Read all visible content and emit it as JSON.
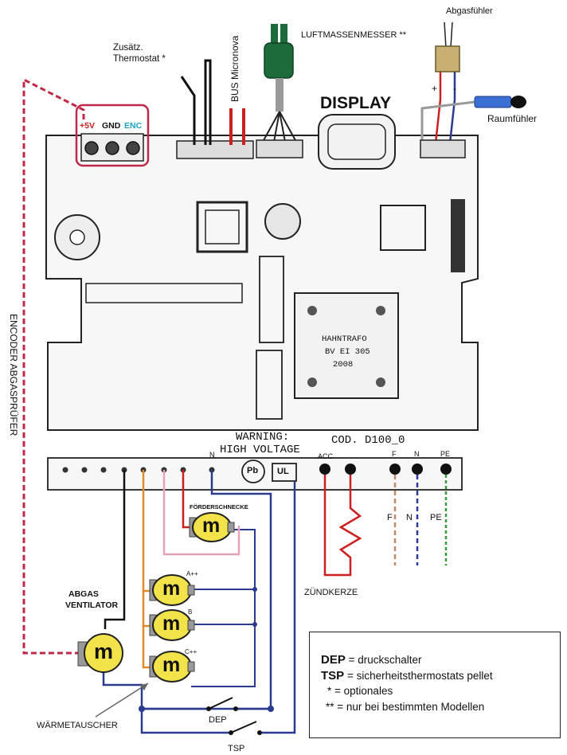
{
  "labels": {
    "exhaust_sensor": "Abgasfühler",
    "air_mass_meter": "LUFTMASSENMESSER **",
    "extra_thermostat_l1": "Zusätz.",
    "extra_thermostat_l2": "Thermostat *",
    "bus": "BUS Micronova",
    "display": "DISPLAY",
    "room_sensor": "Raumfühler",
    "plus5v": "+5V",
    "gnd": "GND",
    "enc": "ENC",
    "encoder": "ENCODER ABGASPRÜFER",
    "warning_l1": "WARNING:",
    "warning_l2": "HIGH VOLTAGE",
    "cod": "COD. D100_0",
    "transformer_l1": "HAHNTRAFO",
    "transformer_l2": "BV EI 305",
    "transformer_l3": "2008",
    "feed_screw": "FÖRDERSCHNECKE",
    "exhaust_fan_l1": "ABGAS",
    "exhaust_fan_l2": "VENTILATOR",
    "heat_exchanger": "WÄRMETAUSCHER",
    "ignition": "ZÜNDKERZE",
    "dep": "DEP",
    "tsp": "TSP",
    "acc": "ACC",
    "f": "F",
    "n": "N",
    "pe": "PE",
    "n_small": "N",
    "ul": "UL",
    "pb": "Pb",
    "motor_a": "A++",
    "motor_b": "B",
    "motor_c": "C++",
    "sensor_plus": "+",
    "sensor_minus": "-",
    "motor_letter": "m"
  },
  "legend": {
    "rows": [
      {
        "key": "DEP",
        "text": " = druckschalter"
      },
      {
        "key": "TSP",
        "text": " = sicherheitsthermostats pellet"
      },
      {
        "key": "*",
        "text": "  = optionales"
      },
      {
        "key": "**",
        "text": "  = nur bei bestimmten Modellen"
      }
    ]
  },
  "colors": {
    "board_line": "#222222",
    "wire_red": "#cc1f1f",
    "wire_blue": "#2b3a8f",
    "wire_orange": "#e08a2e",
    "wire_pink": "#e8a2b8",
    "wire_green": "#3a9a3a",
    "encoder_dashed": "#c0284a",
    "motor_fill": "#f3e34a",
    "sensor_fill": "#1d6b3a",
    "probe_blue": "#3b6fd1",
    "enc_cyan": "#1aa0c8"
  }
}
